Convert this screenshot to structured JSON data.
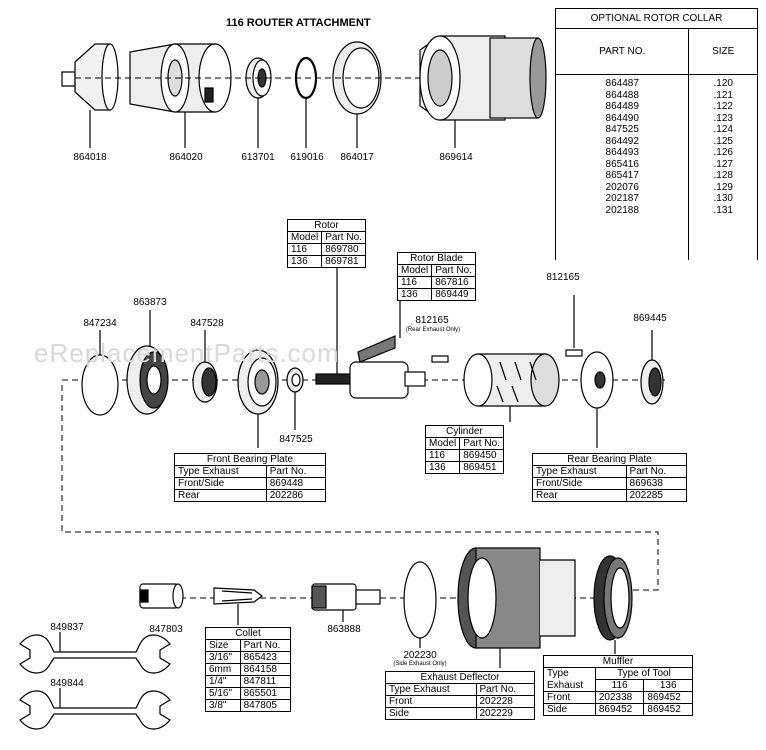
{
  "title": "116 ROUTER ATTACHMENT",
  "watermark": "eReplacementParts.com",
  "top_parts": [
    "864018",
    "864020",
    "613701",
    "619016",
    "864017",
    "869614"
  ],
  "mid_parts": {
    "p847234": "847234",
    "p863873": "863873",
    "p847528": "847528",
    "p847525": "847525",
    "p812165a": "812165",
    "p812165a_note": "(Rear Exhaust Only)",
    "p812165b": "812165",
    "p869445": "869445"
  },
  "bottom_parts": {
    "p849837": "849837",
    "p849844": "849844",
    "p847803": "847803",
    "p863888": "863888",
    "p202230": "202230",
    "p202230_note": "(Side Exhaust Only)"
  },
  "rotor_collar": {
    "title": "OPTIONAL ROTOR COLLAR",
    "col_part": "PART NO.",
    "col_size": "SIZE",
    "parts": [
      "864487",
      "864488",
      "864489",
      "864490",
      "847525",
      "864492",
      "864493",
      "865416",
      "865417",
      "202076",
      "202187",
      "202188"
    ],
    "sizes": [
      ".120",
      ".121",
      ".122",
      ".123",
      ".124",
      ".125",
      ".126",
      ".127",
      ".128",
      ".129",
      ".130",
      ".131"
    ]
  },
  "rotor": {
    "title": "Rotor",
    "h1": "Model",
    "h2": "Part No.",
    "rows": [
      [
        "116",
        "869780"
      ],
      [
        "136",
        "869781"
      ]
    ]
  },
  "rotor_blade": {
    "title": "Rotor Blade",
    "h1": "Model",
    "h2": "Part No.",
    "rows": [
      [
        "116",
        "867816"
      ],
      [
        "136",
        "869449"
      ]
    ]
  },
  "cylinder": {
    "title": "Cylinder",
    "h1": "Model",
    "h2": "Part No.",
    "rows": [
      [
        "116",
        "869450"
      ],
      [
        "136",
        "869451"
      ]
    ]
  },
  "front_bearing_plate": {
    "title": "Front Bearing Plate",
    "h1": "Type Exhaust",
    "h2": "Part No.",
    "rows": [
      [
        "Front/Side",
        "869448"
      ],
      [
        "Rear",
        "202286"
      ]
    ]
  },
  "rear_bearing_plate": {
    "title": "Rear Bearing Plate",
    "h1": "Type Exhaust",
    "h2": "Part No.",
    "rows": [
      [
        "Front/Side",
        "869638"
      ],
      [
        "Rear",
        "202285"
      ]
    ]
  },
  "collet": {
    "title": "Collet",
    "h1": "Size",
    "h2": "Part No.",
    "rows": [
      [
        "3/16\"",
        "865423"
      ],
      [
        "6mm",
        "864158"
      ],
      [
        "1/4\"",
        "847811"
      ],
      [
        "5/16\"",
        "865501"
      ],
      [
        "3/8\"",
        "847805"
      ]
    ]
  },
  "exhaust_deflector": {
    "title": "Exhaust Deflector",
    "h1": "Type Exhaust",
    "h2": "Part No.",
    "rows": [
      [
        "Front",
        "202228"
      ],
      [
        "Side",
        "202229"
      ]
    ]
  },
  "muffler": {
    "title": "Muffler",
    "h1": "Type",
    "h2": "Type of Tool",
    "sub1": "Exhaust",
    "sub2": "116",
    "sub3": "136",
    "rows": [
      [
        "Front",
        "202338",
        "869452"
      ],
      [
        "Side",
        "869452",
        "869452"
      ]
    ]
  }
}
